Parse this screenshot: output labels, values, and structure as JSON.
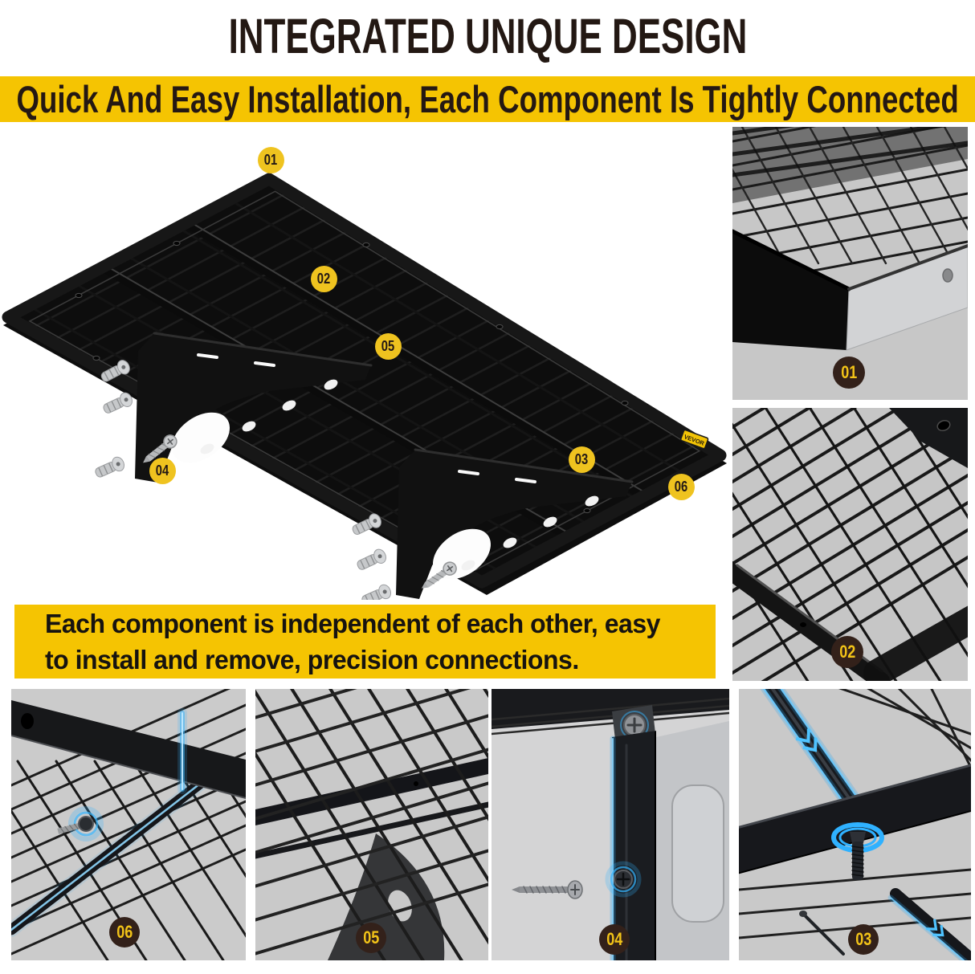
{
  "header": {
    "title": "INTEGRATED UNIQUE DESIGN",
    "banner": "Quick And Easy Installation, Each Component Is Tightly Connected"
  },
  "info_box": {
    "lines": [
      "Each component is independent of each other, easy",
      "to install and remove, precision connections."
    ]
  },
  "main_diagram": {
    "brand": "VEVOR",
    "callouts": [
      {
        "label": "01"
      },
      {
        "label": "02"
      },
      {
        "label": "05"
      },
      {
        "label": "04"
      },
      {
        "label": "03"
      },
      {
        "label": "06"
      }
    ]
  },
  "panels": {
    "right": [
      {
        "label": "01"
      },
      {
        "label": "02"
      }
    ],
    "bottom": [
      {
        "label": "06"
      },
      {
        "label": "05"
      },
      {
        "label": "04"
      },
      {
        "label": "03"
      }
    ]
  },
  "colors": {
    "accent_yellow": "#F5C402",
    "badge_yellow": "#EFC31F",
    "badge_dark_bg": "#33211A",
    "badge_dark_text": "#F2C318",
    "text_dark": "#231815",
    "photo_background": "#C9C9C9",
    "metal_dark": "#17181B",
    "glow_blue": "#35B5FF"
  }
}
